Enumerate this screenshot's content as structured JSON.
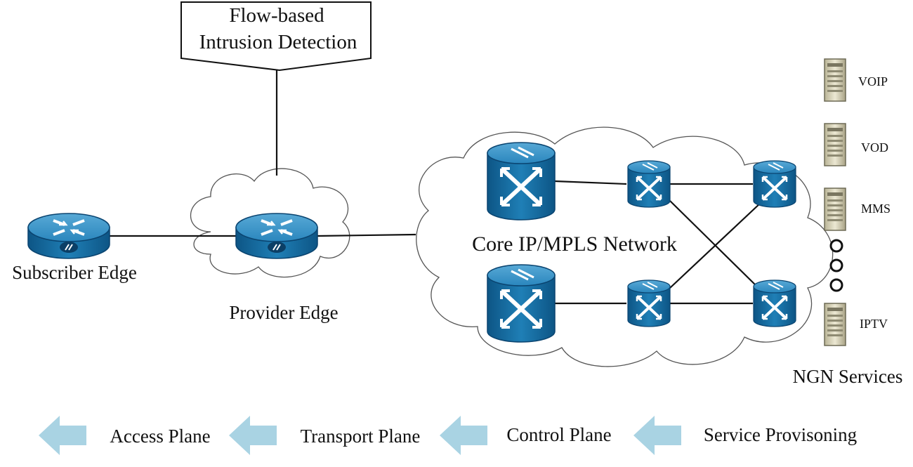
{
  "ids_box": {
    "line1": "Flow-based",
    "line2": "Intrusion Detection"
  },
  "nodes": {
    "subscriber_edge": "Subscriber Edge",
    "provider_edge": "Provider Edge",
    "core_network": "Core IP/MPLS Network"
  },
  "services": {
    "title": "NGN Services",
    "items": [
      "VOIP",
      "VOD",
      "MMS",
      "IPTV"
    ]
  },
  "planes": [
    "Access Plane",
    "Transport Plane",
    "Control Plane",
    "Service Provisoning"
  ],
  "colors": {
    "device_blue": "#1a6ea3",
    "device_dark": "#0e4f7c",
    "arrow_light_blue": "#a9d3e3",
    "server_beige": "#d9d4b8"
  }
}
